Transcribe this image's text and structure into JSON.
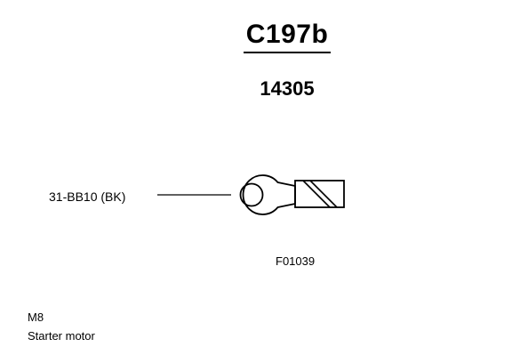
{
  "connector": {
    "id": "C197b",
    "part_number": "14305"
  },
  "wire": {
    "label": "31-BB10 (BK)"
  },
  "figure": {
    "reference": "F01039"
  },
  "component": {
    "code": "M8",
    "name": "Starter motor"
  }
}
